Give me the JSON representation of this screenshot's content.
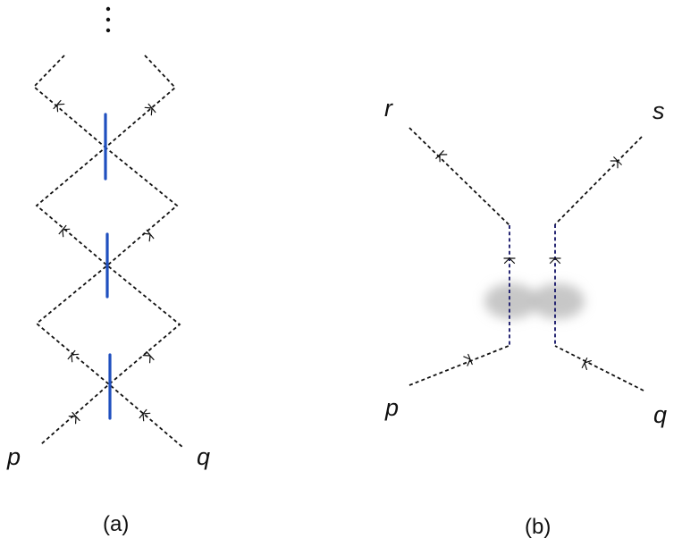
{
  "panel_a": {
    "caption": "(a)",
    "labels": {
      "p": "p",
      "q": "q"
    }
  },
  "panel_b": {
    "caption": "(b)",
    "labels": {
      "p": "p",
      "q": "q",
      "r": "r",
      "s": "s"
    }
  },
  "colors": {
    "line": "#111111",
    "bar": "#1f4fbf",
    "vertical_lines": "#1e1e6e",
    "blob": "#bdbdbd"
  }
}
